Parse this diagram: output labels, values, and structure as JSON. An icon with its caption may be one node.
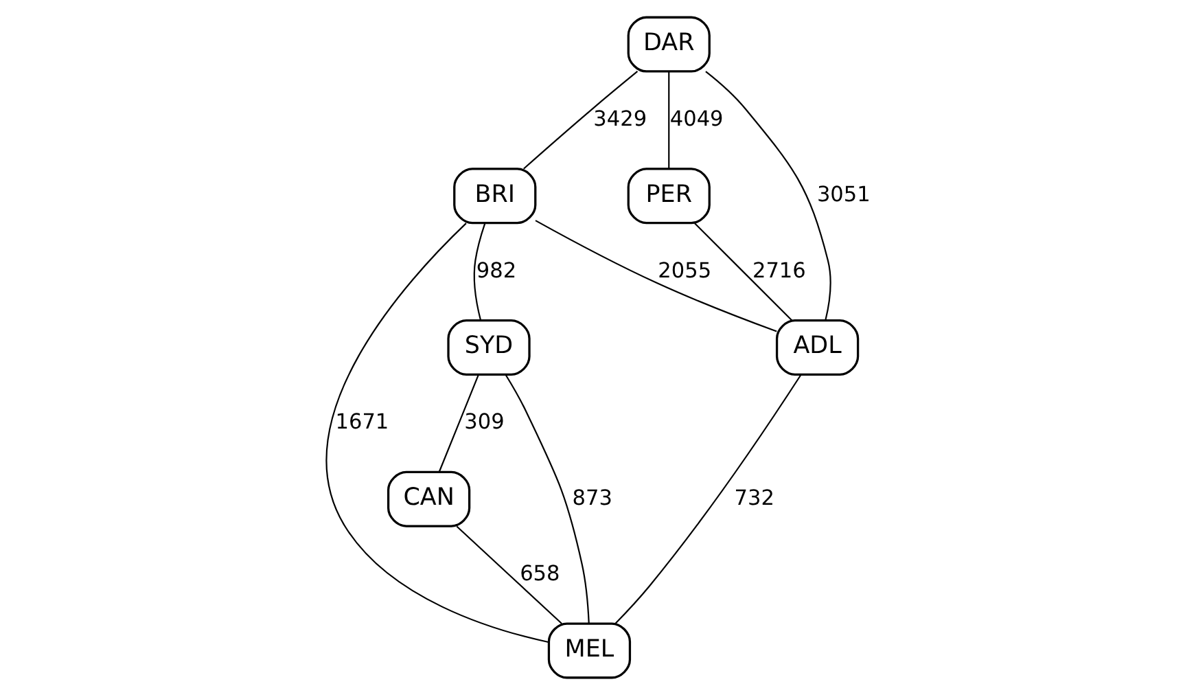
{
  "diagram": {
    "nodes": [
      {
        "text": [
          "DAR"
        ]
      },
      {
        "text": [
          "BRI"
        ]
      },
      {
        "text": [
          "SYD"
        ]
      },
      {
        "text": [
          "PER"
        ]
      },
      {
        "text": [
          "CAN"
        ]
      },
      {
        "text": [
          "ADL"
        ]
      },
      {
        "text": [
          "MEL"
        ]
      }
    ],
    "edges": [
      {
        "from": 0,
        "to": 1,
        "arrow": "none",
        "label": "3429"
      },
      {
        "from": 0,
        "to": 3,
        "arrow": "none",
        "label": "4049"
      },
      {
        "from": 0,
        "to": 5,
        "arrow": "none",
        "label": "3051"
      },
      {
        "from": 1,
        "to": 5,
        "arrow": "none",
        "label": "2055"
      },
      {
        "from": 1,
        "to": 6,
        "arrow": "none",
        "label": "1671"
      },
      {
        "from": 1,
        "to": 2,
        "arrow": "none",
        "label": "982"
      },
      {
        "from": 2,
        "to": 6,
        "arrow": "none",
        "label": "873"
      },
      {
        "from": 2,
        "to": 4,
        "arrow": "none",
        "label": "309"
      },
      {
        "from": 3,
        "to": 5,
        "arrow": "none",
        "label": "2716"
      },
      {
        "from": 5,
        "to": 6,
        "arrow": "none",
        "label": "732"
      },
      {
        "from": 4,
        "to": 6,
        "arrow": "none",
        "label": "658"
      }
    ]
  }
}
